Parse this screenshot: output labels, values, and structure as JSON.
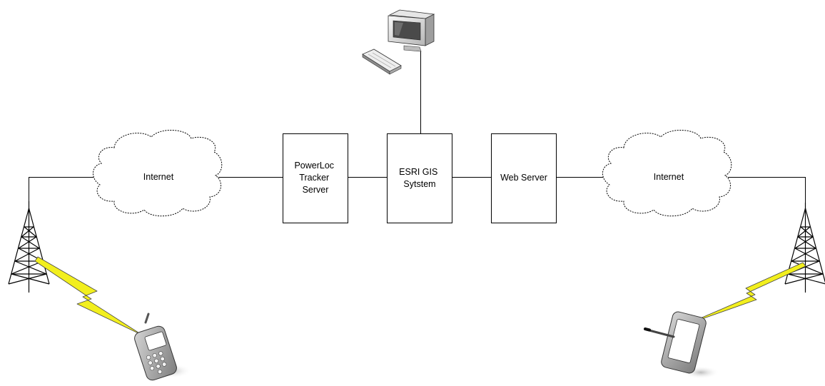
{
  "clouds": {
    "left": "Internet",
    "right": "Internet"
  },
  "nodes": {
    "tracker": [
      "PowerLoc",
      "Tracker",
      "Server"
    ],
    "gis": [
      "ESRI GIS",
      "Sytstem"
    ],
    "web": "Web Server"
  },
  "icons": {
    "workstation": "desktop-computer-icon",
    "left_tower": "cell-tower-icon",
    "right_tower": "cell-tower-icon",
    "left_signal": "lightning-bolt-icon",
    "right_signal": "lightning-bolt-icon",
    "phone": "mobile-phone-icon",
    "tablet": "tablet-pda-icon"
  },
  "colors": {
    "line": "#000000",
    "box_fill": "#ffffff",
    "bolt": "#f2ef1e",
    "device_gray": "#9a9a9a"
  }
}
